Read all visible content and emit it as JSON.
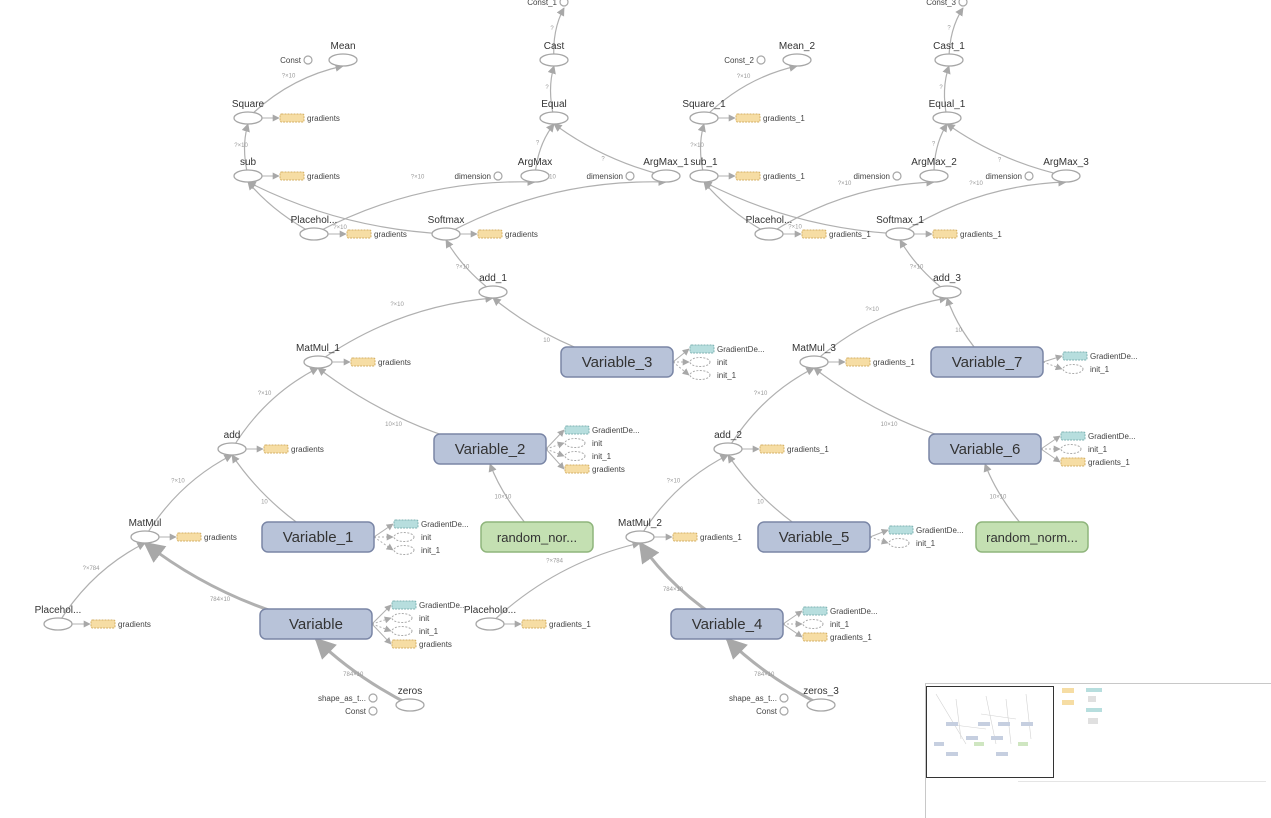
{
  "colors": {
    "edge": "#b0b0b0",
    "op_stroke": "#a6a6a6",
    "variable_fill": "#b8c3d9",
    "variable_stroke": "#7a86a6",
    "random_fill": "#c4e0b2",
    "random_stroke": "#8fb57c",
    "gradients_fill": "#f6dda4",
    "gradients_stroke": "#d4b066",
    "gd_fill": "#b7dede",
    "gd_stroke": "#7fb3b3"
  },
  "ops": [
    {
      "id": "const_1",
      "label": "Const_1",
      "kind": "const"
    },
    {
      "id": "cast",
      "label": "Cast",
      "kind": "op"
    },
    {
      "id": "const",
      "label": "Const",
      "kind": "const"
    },
    {
      "id": "mean",
      "label": "Mean",
      "kind": "op"
    },
    {
      "id": "square",
      "label": "Square",
      "kind": "op"
    },
    {
      "id": "equal",
      "label": "Equal",
      "kind": "op"
    },
    {
      "id": "sub",
      "label": "sub",
      "kind": "op"
    },
    {
      "id": "argmax",
      "label": "ArgMax",
      "kind": "op"
    },
    {
      "id": "dim_a",
      "label": "dimension",
      "kind": "const"
    },
    {
      "id": "argmax_1",
      "label": "ArgMax_1",
      "kind": "op"
    },
    {
      "id": "dim_b",
      "label": "dimension",
      "kind": "const"
    },
    {
      "id": "placeholder_1",
      "label": "Placehol...",
      "kind": "op"
    },
    {
      "id": "softmax",
      "label": "Softmax",
      "kind": "op"
    },
    {
      "id": "add_1",
      "label": "add_1",
      "kind": "op"
    },
    {
      "id": "matmul_1",
      "label": "MatMul_1",
      "kind": "op"
    },
    {
      "id": "add",
      "label": "add",
      "kind": "op"
    },
    {
      "id": "matmul",
      "label": "MatMul",
      "kind": "op"
    },
    {
      "id": "placeholder",
      "label": "Placehol...",
      "kind": "op"
    },
    {
      "id": "zeros",
      "label": "zeros",
      "kind": "op"
    },
    {
      "id": "shape_as_t",
      "label": "shape_as_t...",
      "kind": "const"
    },
    {
      "id": "const_z",
      "label": "Const",
      "kind": "const"
    },
    {
      "id": "const_3",
      "label": "Const_3",
      "kind": "const"
    },
    {
      "id": "cast_1",
      "label": "Cast_1",
      "kind": "op"
    },
    {
      "id": "const_2",
      "label": "Const_2",
      "kind": "const"
    },
    {
      "id": "mean_2",
      "label": "Mean_2",
      "kind": "op"
    },
    {
      "id": "square_1",
      "label": "Square_1",
      "kind": "op"
    },
    {
      "id": "equal_1",
      "label": "Equal_1",
      "kind": "op"
    },
    {
      "id": "sub_1",
      "label": "sub_1",
      "kind": "op"
    },
    {
      "id": "argmax_2",
      "label": "ArgMax_2",
      "kind": "op"
    },
    {
      "id": "dim_c",
      "label": "dimension",
      "kind": "const"
    },
    {
      "id": "argmax_3",
      "label": "ArgMax_3",
      "kind": "op"
    },
    {
      "id": "dim_d",
      "label": "dimension",
      "kind": "const"
    },
    {
      "id": "placeholder_3",
      "label": "Placehol...",
      "kind": "op"
    },
    {
      "id": "softmax_1",
      "label": "Softmax_1",
      "kind": "op"
    },
    {
      "id": "add_3",
      "label": "add_3",
      "kind": "op"
    },
    {
      "id": "matmul_3",
      "label": "MatMul_3",
      "kind": "op"
    },
    {
      "id": "add_2",
      "label": "add_2",
      "kind": "op"
    },
    {
      "id": "matmul_2",
      "label": "MatMul_2",
      "kind": "op"
    },
    {
      "id": "placeholder_2",
      "label": "Placeholo...",
      "kind": "op"
    },
    {
      "id": "zeros_3",
      "label": "zeros_3",
      "kind": "op"
    },
    {
      "id": "shape_as_t_2",
      "label": "shape_as_t...",
      "kind": "const"
    },
    {
      "id": "const_z2",
      "label": "Const",
      "kind": "const"
    }
  ],
  "variables": [
    {
      "id": "variable_3",
      "label": "Variable_3",
      "kind": "variable"
    },
    {
      "id": "variable_2",
      "label": "Variable_2",
      "kind": "variable"
    },
    {
      "id": "variable_1",
      "label": "Variable_1",
      "kind": "variable"
    },
    {
      "id": "variable",
      "label": "Variable",
      "kind": "variable"
    },
    {
      "id": "random_nor",
      "label": "random_nor...",
      "kind": "random"
    },
    {
      "id": "variable_7",
      "label": "Variable_7",
      "kind": "variable"
    },
    {
      "id": "variable_6",
      "label": "Variable_6",
      "kind": "variable"
    },
    {
      "id": "variable_5",
      "label": "Variable_5",
      "kind": "variable"
    },
    {
      "id": "variable_4",
      "label": "Variable_4",
      "kind": "variable"
    },
    {
      "id": "random_norm",
      "label": "random_norm...",
      "kind": "random"
    }
  ],
  "aux_labels": [
    {
      "id": "g_square",
      "label": "gradients",
      "kind": "gradients"
    },
    {
      "id": "g_sub",
      "label": "gradients",
      "kind": "gradients"
    },
    {
      "id": "g_ph1",
      "label": "gradients",
      "kind": "gradients"
    },
    {
      "id": "g_softmax",
      "label": "gradients",
      "kind": "gradients"
    },
    {
      "id": "g_matmul1",
      "label": "gradients",
      "kind": "gradients"
    },
    {
      "id": "g_add",
      "label": "gradients",
      "kind": "gradients"
    },
    {
      "id": "g_matmul",
      "label": "gradients",
      "kind": "gradients"
    },
    {
      "id": "g_ph",
      "label": "gradients",
      "kind": "gradients"
    },
    {
      "id": "v3_gd",
      "label": "GradientDe...",
      "kind": "gd"
    },
    {
      "id": "v3_init",
      "label": "init",
      "kind": "init"
    },
    {
      "id": "v3_init1",
      "label": "init_1",
      "kind": "init"
    },
    {
      "id": "v2_gd",
      "label": "GradientDe...",
      "kind": "gd"
    },
    {
      "id": "v2_init",
      "label": "init",
      "kind": "init"
    },
    {
      "id": "v2_init1",
      "label": "init_1",
      "kind": "init"
    },
    {
      "id": "v2_grad",
      "label": "gradients",
      "kind": "gradients"
    },
    {
      "id": "v1_gd",
      "label": "GradientDe...",
      "kind": "gd"
    },
    {
      "id": "v1_init",
      "label": "init",
      "kind": "init"
    },
    {
      "id": "v1_init1",
      "label": "init_1",
      "kind": "init"
    },
    {
      "id": "v0_gd",
      "label": "GradientDe...",
      "kind": "gd"
    },
    {
      "id": "v0_init",
      "label": "init",
      "kind": "init"
    },
    {
      "id": "v0_init1",
      "label": "init_1",
      "kind": "init"
    },
    {
      "id": "v0_grad",
      "label": "gradients",
      "kind": "gradients"
    },
    {
      "id": "g_square_1",
      "label": "gradients_1",
      "kind": "gradients"
    },
    {
      "id": "g_sub_1",
      "label": "gradients_1",
      "kind": "gradients"
    },
    {
      "id": "g_ph3",
      "label": "gradients_1",
      "kind": "gradients"
    },
    {
      "id": "g_softmax_1",
      "label": "gradients_1",
      "kind": "gradients"
    },
    {
      "id": "g_matmul3",
      "label": "gradients_1",
      "kind": "gradients"
    },
    {
      "id": "g_add2",
      "label": "gradients_1",
      "kind": "gradients"
    },
    {
      "id": "g_matmul2",
      "label": "gradients_1",
      "kind": "gradients"
    },
    {
      "id": "g_ph2",
      "label": "gradients_1",
      "kind": "gradients"
    },
    {
      "id": "v7_gd",
      "label": "GradientDe...",
      "kind": "gd"
    },
    {
      "id": "v7_init1",
      "label": "init_1",
      "kind": "init"
    },
    {
      "id": "v6_gd",
      "label": "GradientDe...",
      "kind": "gd"
    },
    {
      "id": "v6_init1",
      "label": "init_1",
      "kind": "init"
    },
    {
      "id": "v6_grad",
      "label": "gradients_1",
      "kind": "gradients"
    },
    {
      "id": "v5_gd",
      "label": "GradientDe...",
      "kind": "gd"
    },
    {
      "id": "v5_init1",
      "label": "init_1",
      "kind": "init"
    },
    {
      "id": "v4_gd",
      "label": "GradientDe...",
      "kind": "gd"
    },
    {
      "id": "v4_init1",
      "label": "init_1",
      "kind": "init"
    },
    {
      "id": "v4_grad",
      "label": "gradients_1",
      "kind": "gradients"
    }
  ],
  "edge_shapes": {
    "placeholder_matmul": "?×784",
    "matmul_add": "?×10",
    "variable1_add": "10",
    "add_matmul1": "?×10",
    "variable2_matmul1": "10×10",
    "matmul1_add1": "?×10",
    "variable3_add1": "10",
    "add1_softmax": "?×10",
    "softmax_sub": "?×10",
    "softmax_argmax1": "?×10",
    "ph1_argmax": "?×10",
    "sub_square": "?×10",
    "square_mean": "?×10",
    "argmax_equal": "?",
    "argmax1_equal": "?",
    "equal_cast": "?",
    "cast_up": "?",
    "variable_matmul": "784×10",
    "zeros_variable": "784×10",
    "random_variable2": "10×10"
  }
}
